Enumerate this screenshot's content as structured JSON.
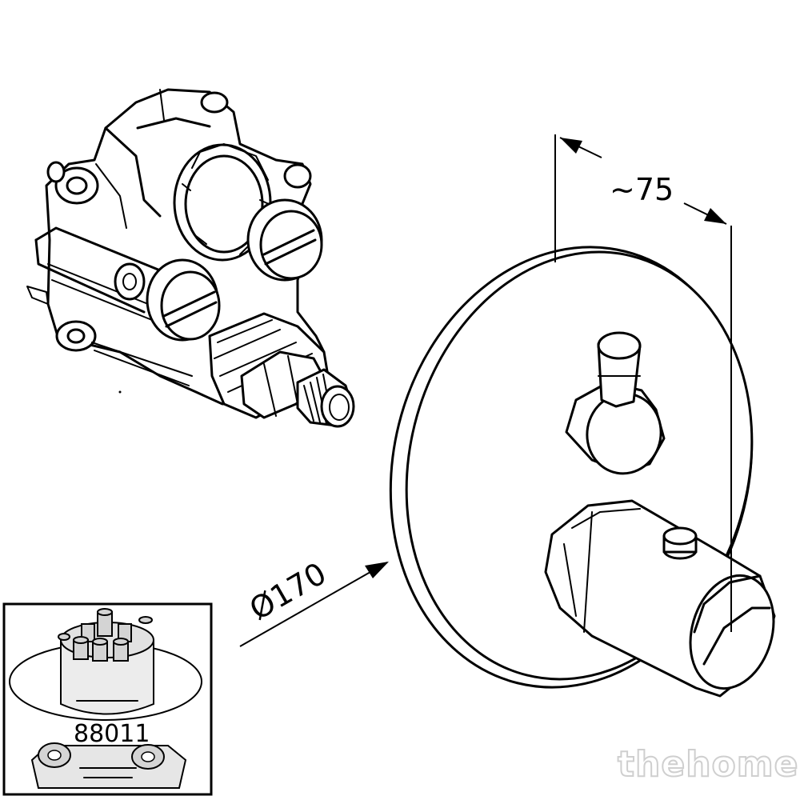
{
  "dimensions": {
    "depth_label": "~75",
    "diameter_label": "Ø170"
  },
  "inset": {
    "part_number": "88011"
  },
  "watermark": {
    "text": "thehome"
  },
  "colors": {
    "line": "#000000",
    "background": "#ffffff",
    "watermark_outline": "#cfcfcf"
  }
}
